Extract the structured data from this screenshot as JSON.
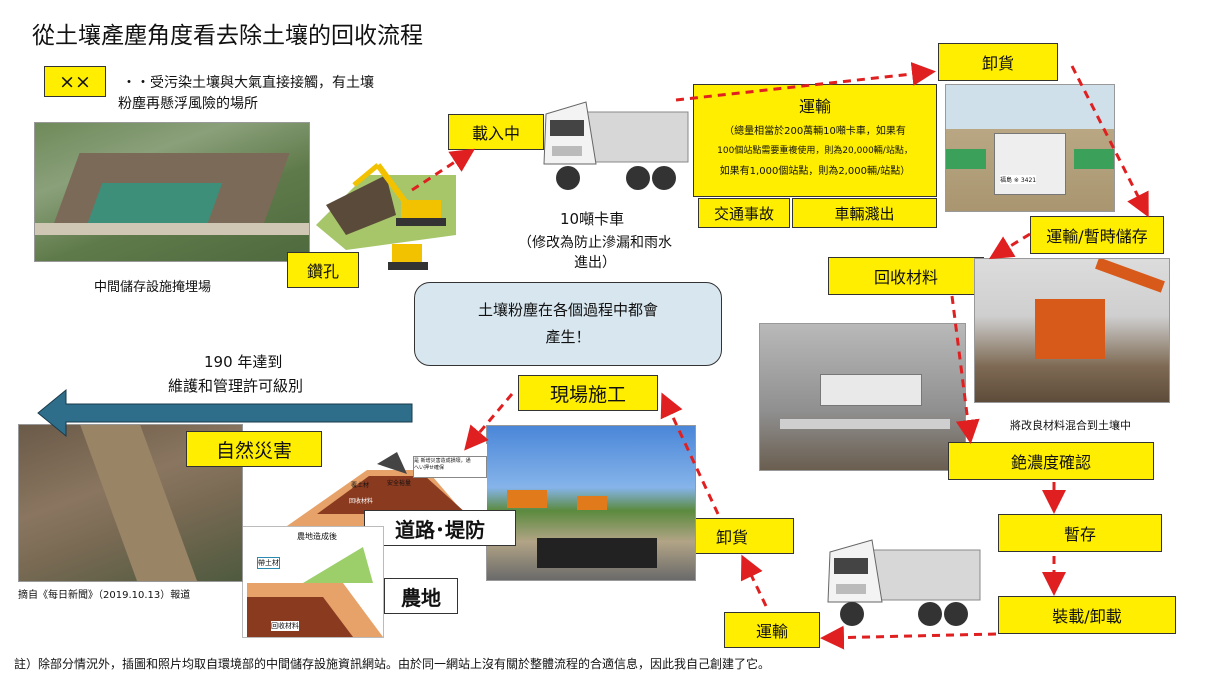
{
  "page": {
    "title": "從土壤產塵角度看去除土壤的回收流程",
    "footnote": "註）除部分情況外，插圖和照片均取自環境部的中間儲存設施資訊網站。由於同一網站上沒有關於整體流程的合適信息，因此我自己創建了它。"
  },
  "legend": {
    "marker": "××",
    "text_line1": "・・受污染土壤與大氣直接接觸，有土壤",
    "text_line2": "粉塵再懸浮風險的場所"
  },
  "captions": {
    "landfill": "中間儲存設施掩埋場",
    "mix": "將改良材料混合到土壤中",
    "source": "摘自《每日新聞》（2019.10.13）報道"
  },
  "steps": {
    "drill": "鑽孔",
    "loading": "載入中",
    "transport_title": "運輸",
    "transport_l1": "（總量相當於200萬輛10噸卡車，如果有",
    "transport_l2": "100個站點需要重複使用，則為20,000輛/站點，",
    "transport_l3": "如果有1,000個站點，則為2,000輛/站點）",
    "accident": "交通事故",
    "spill": "車輛濺出",
    "unload_top": "卸貨",
    "transport_store": "運輸/暫時儲存",
    "recycle": "回收材料",
    "concentration": "銫濃度確認",
    "temp_store": "暫存",
    "load_unload": "裝載/卸載",
    "transport_bottom": "運輸",
    "unload_bottom": "卸貨",
    "site_work": "現場施工",
    "disaster": "自然災害",
    "road": "道路･堤防",
    "farmland": "農地"
  },
  "truck_label": {
    "line1": "10噸卡車",
    "line2": "（修改為防止滲漏和雨水",
    "line3": "進出）"
  },
  "center_note": {
    "line1": "土壤粉塵在各個過程中都會",
    "line2": "產生！"
  },
  "arrow_note": {
    "line1": "190 年達到",
    "line2": "維護和管理許可級別"
  },
  "diagram_labels": {
    "farm_title": "農地造成後",
    "top_soil": "帶土材",
    "recycled": "回收材料",
    "safety": "安全裕量",
    "road_note": "是 新增災害造成損壞，通 ",
    "road_note2": "へい押せ確保",
    "plate": "福島 ※ 3421",
    "cover": "覆土材"
  },
  "colors": {
    "yellow": "#ffee00",
    "red_arrow": "#e02020",
    "note_fill": "#d8e6ef",
    "big_arrow": "#2f6e8a"
  }
}
